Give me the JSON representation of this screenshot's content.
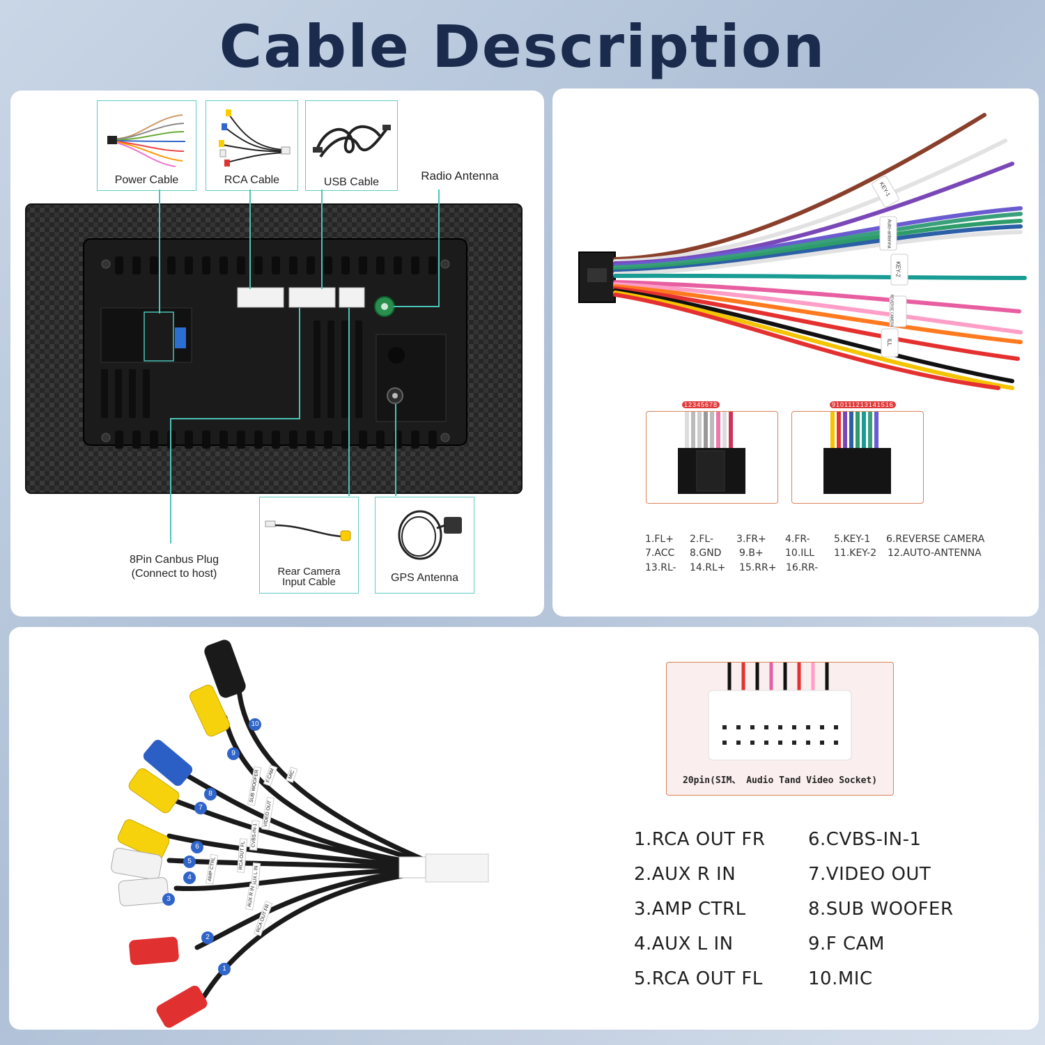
{
  "title": "Cable Description",
  "diagram": {
    "callouts": {
      "power_cable": "Power Cable",
      "rca_cable": "RCA Cable",
      "usb_cable": "USB Cable",
      "radio_antenna": "Radio Antenna",
      "canbus_line1": "8Pin Canbus Plug",
      "canbus_line2": "(Connect to host)",
      "rear_cam_line1": "Rear Camera",
      "rear_cam_line2": "Input Cable",
      "gps_antenna": "GPS Antenna"
    },
    "harness_tags": [
      "KEY-1",
      "Auto-antenna",
      "KEY-2",
      "REVERSE CAMERA",
      "ILL"
    ],
    "connector_numbers_a": "12345678",
    "connector_numbers_b": "910111213141516",
    "power_pins": [
      [
        "1.FL+",
        "2.FL-",
        "3.FR+",
        "4.FR-",
        "5.KEY-1",
        "6.REVERSE CAMERA"
      ],
      [
        "7.ACC",
        "8.GND",
        "9.B+",
        "10.ILL",
        "11.KEY-2",
        "12.AUTO-ANTENNA"
      ],
      [
        "13.RL-",
        "14.RL+",
        "15.RR+",
        "16.RR-"
      ]
    ],
    "socket_caption": "20pin(SIM、 Audio Tand Video Socket)",
    "rca_pins_left": [
      "1.RCA OUT FR",
      "2.AUX R IN",
      "3.AMP CTRL",
      "4.AUX L IN",
      "5.RCA OUT FL"
    ],
    "rca_pins_right": [
      "6.CVBS-IN-1",
      "7.VIDEO OUT",
      "8.SUB WOOFER",
      "9.F CAM",
      "10.MIC"
    ],
    "rca_cable_tags": [
      "MIC",
      "F.CAM",
      "SUB WOOFER",
      "VIDEO OUT",
      "CVBS-IN-1",
      "AMP CTRL",
      "RCA OUT FL",
      "AUX L IN",
      "AUX R IN",
      "RCA OUT FR"
    ],
    "rca_plug_numbers": [
      "10",
      "9",
      "8",
      "7",
      "6",
      "5",
      "4",
      "3",
      "2",
      "1"
    ]
  }
}
